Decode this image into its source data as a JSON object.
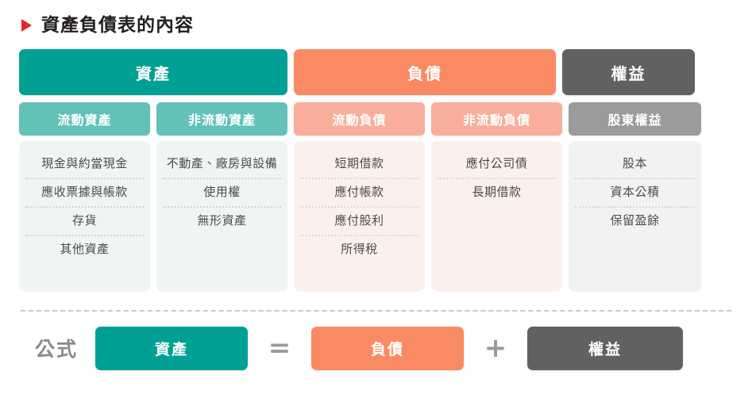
{
  "title": "資產負債表的內容",
  "colors": {
    "assets": "#00a194",
    "assets_sub": "#63c1b8",
    "assets_panel": "#eff5f4",
    "liabilities": "#fa8a64",
    "liabilities_sub": "#f8ae9a",
    "liabilities_panel": "#fcf0ec",
    "equity": "#616161",
    "equity_sub": "#9b9b9b",
    "equity_panel": "#f2f2f2",
    "title_marker": "#e0262b",
    "title_text": "#231f20"
  },
  "major_headers": [
    {
      "label": "資產"
    },
    {
      "label": "負債"
    },
    {
      "label": "權益"
    }
  ],
  "columns": [
    {
      "group": "assets",
      "sub_label": "流動資產",
      "items": [
        "現金與約當現金",
        "應收票據與帳款",
        "存貨",
        "其他資產"
      ]
    },
    {
      "group": "assets",
      "sub_label": "非流動資產",
      "items": [
        "不動產、廠房與設備",
        "使用權",
        "無形資產"
      ]
    },
    {
      "group": "liabilities",
      "sub_label": "流動負債",
      "items": [
        "短期借款",
        "應付帳款",
        "應付股利",
        "所得稅"
      ]
    },
    {
      "group": "liabilities",
      "sub_label": "非流動負債",
      "items": [
        "應付公司債",
        "長期借款"
      ]
    },
    {
      "group": "equity",
      "sub_label": "股東權益",
      "items": [
        "股本",
        "資本公積",
        "保留盈餘"
      ]
    }
  ],
  "formula": {
    "label": "公式",
    "assets": "資產",
    "equals": "=",
    "liabilities": "負債",
    "plus": "+",
    "equity": "權益"
  }
}
